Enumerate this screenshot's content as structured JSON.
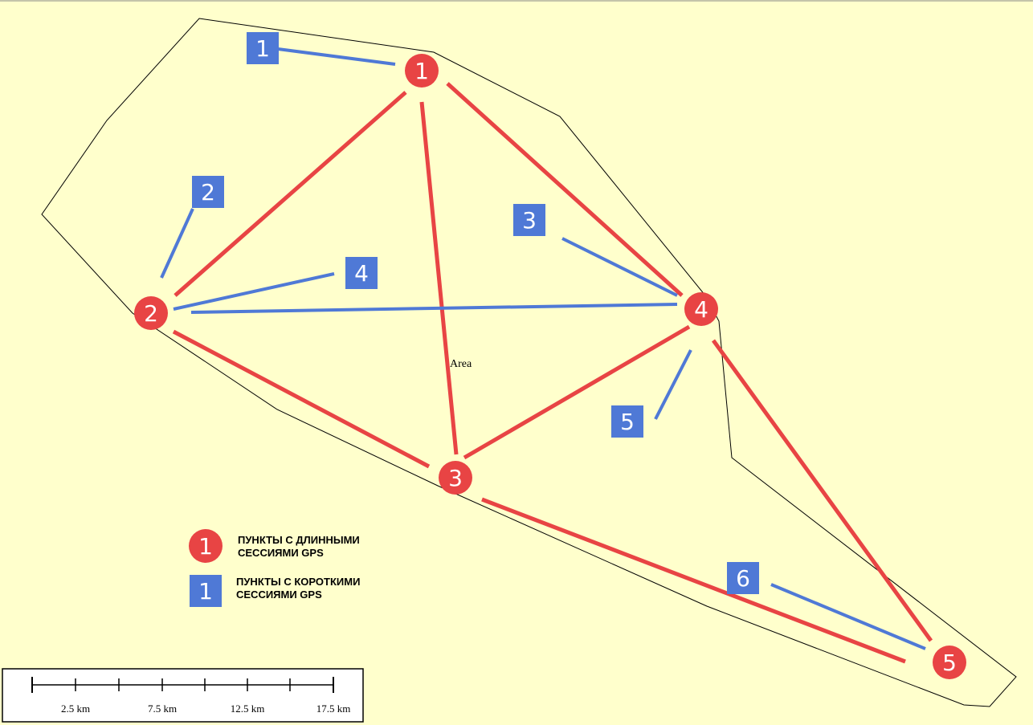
{
  "map": {
    "area_label": "Area",
    "colors": {
      "background": "#ffffcc",
      "long_session": "#e84444",
      "short_session": "#4f79d6",
      "boundary": "#000000"
    }
  },
  "long_points": [
    {
      "id": "1"
    },
    {
      "id": "2"
    },
    {
      "id": "3"
    },
    {
      "id": "4"
    },
    {
      "id": "5"
    }
  ],
  "short_points": [
    {
      "id": "1"
    },
    {
      "id": "2"
    },
    {
      "id": "3"
    },
    {
      "id": "4"
    },
    {
      "id": "5"
    },
    {
      "id": "6"
    }
  ],
  "legend": {
    "long": {
      "symbol": "1",
      "line1": "ПУНКТЫ С ДЛИННЫМИ",
      "line2": "СЕССИЯМИ GPS"
    },
    "short": {
      "symbol": "1",
      "line1": "ПУНКТЫ С КОРОТКИМИ",
      "line2": "СЕССИЯМИ GPS"
    }
  },
  "scale_bar": {
    "labels": [
      "2.5 km",
      "7.5 km",
      "12.5 km",
      "17.5 km"
    ]
  }
}
